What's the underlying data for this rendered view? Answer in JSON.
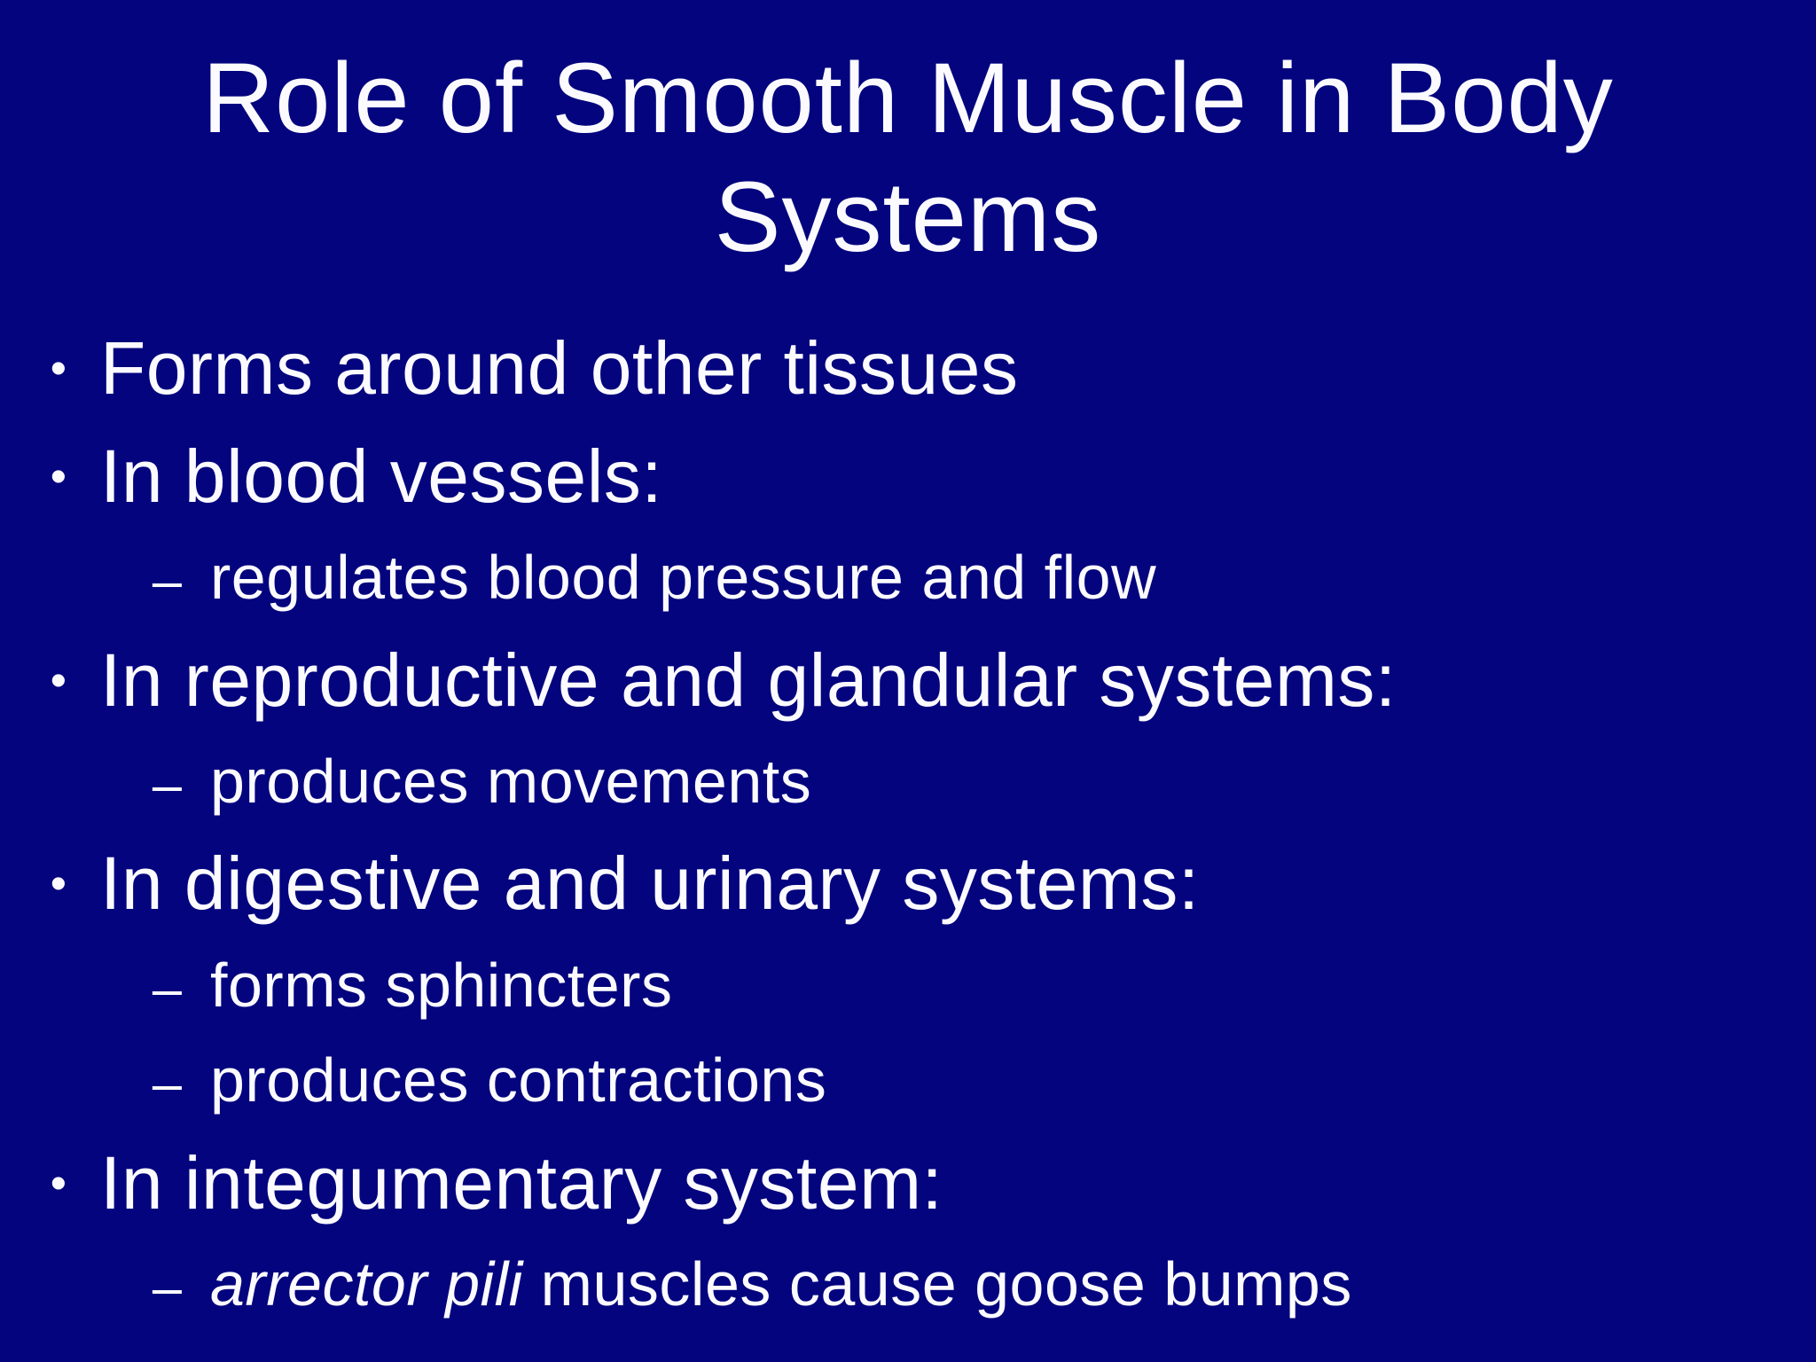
{
  "slide": {
    "background_color": "#04047E",
    "text_color": "#FBFBFF",
    "title_line1": "Role of Smooth Muscle in Body",
    "title_line2": "Systems",
    "bullet_marker": "•",
    "sub_marker": "–",
    "bullets": [
      {
        "level": 1,
        "text": "Forms around other tissues"
      },
      {
        "level": 1,
        "text": "In blood vessels:"
      },
      {
        "level": 2,
        "text": "regulates blood pressure and flow"
      },
      {
        "level": 1,
        "text": "In reproductive and glandular systems:"
      },
      {
        "level": 2,
        "text": "produces movements"
      },
      {
        "level": 1,
        "text": "In digestive and urinary systems:"
      },
      {
        "level": 2,
        "text": "forms sphincters"
      },
      {
        "level": 2,
        "text": "produces contractions"
      },
      {
        "level": 1,
        "text": "In integumentary system:"
      },
      {
        "level": 2,
        "italic_lead": "arrector pili",
        "text": "muscles cause goose bumps"
      }
    ]
  }
}
